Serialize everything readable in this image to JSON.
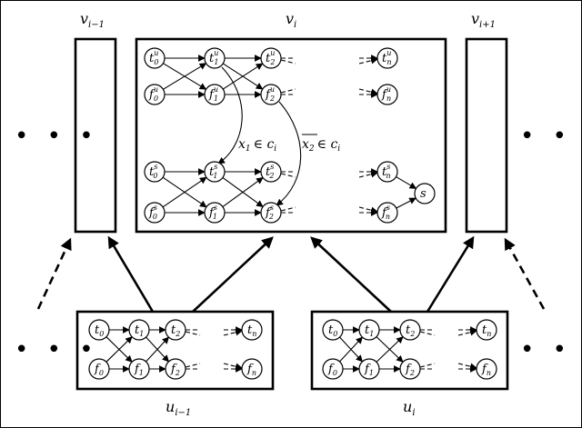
{
  "diagram": {
    "top_labels": [
      {
        "id": "v-prev",
        "base": "v",
        "sub": "i−1"
      },
      {
        "id": "v-cur",
        "base": "v",
        "sub": "i"
      },
      {
        "id": "v-next",
        "base": "v",
        "sub": "i+1"
      }
    ],
    "bottom_labels": [
      {
        "id": "u-prev",
        "base": "u",
        "sub": "i−1"
      },
      {
        "id": "u-cur",
        "base": "u",
        "sub": "i"
      }
    ],
    "ellipsis": "• • •",
    "edge_labels": {
      "left_lit": "x",
      "left_idx": "1",
      "left_rest": "∈ c",
      "left_c_sub": "i",
      "right_lit": "x",
      "right_idx": "2",
      "right_rest": "∈ c",
      "right_c_sub": "i"
    },
    "v_top_nodes": [
      {
        "id": "t0u",
        "base": "t",
        "sub": "0",
        "sup": "u"
      },
      {
        "id": "t1u",
        "base": "t",
        "sub": "1",
        "sup": "u"
      },
      {
        "id": "t2u",
        "base": "t",
        "sub": "2",
        "sup": "u"
      },
      {
        "id": "tnu",
        "base": "t",
        "sub": "n",
        "sup": "u"
      },
      {
        "id": "f0u",
        "base": "f",
        "sub": "0",
        "sup": "u"
      },
      {
        "id": "f1u",
        "base": "f",
        "sub": "1",
        "sup": "u"
      },
      {
        "id": "f2u",
        "base": "f",
        "sub": "2",
        "sup": "u"
      },
      {
        "id": "fnu",
        "base": "f",
        "sub": "n",
        "sup": "u"
      }
    ],
    "v_bottom_nodes": [
      {
        "id": "t0s",
        "base": "t",
        "sub": "0",
        "sup": "s"
      },
      {
        "id": "t1s",
        "base": "t",
        "sub": "1",
        "sup": "s"
      },
      {
        "id": "t2s",
        "base": "t",
        "sub": "2",
        "sup": "s"
      },
      {
        "id": "tns",
        "base": "t",
        "sub": "n",
        "sup": "s"
      },
      {
        "id": "f0s",
        "base": "f",
        "sub": "0",
        "sup": "s"
      },
      {
        "id": "f1s",
        "base": "f",
        "sub": "1",
        "sup": "s"
      },
      {
        "id": "f2s",
        "base": "f",
        "sub": "2",
        "sup": "s"
      },
      {
        "id": "fns",
        "base": "f",
        "sub": "n",
        "sup": "s"
      }
    ],
    "s_node": {
      "id": "s",
      "base": "s"
    },
    "u_nodes": [
      {
        "id": "t0",
        "base": "t",
        "sub": "0"
      },
      {
        "id": "t1",
        "base": "t",
        "sub": "1"
      },
      {
        "id": "t2",
        "base": "t",
        "sub": "2"
      },
      {
        "id": "tn",
        "base": "t",
        "sub": "n"
      },
      {
        "id": "f0",
        "base": "f",
        "sub": "0"
      },
      {
        "id": "f1",
        "base": "f",
        "sub": "1"
      },
      {
        "id": "f2",
        "base": "f",
        "sub": "2"
      },
      {
        "id": "fn",
        "base": "f",
        "sub": "n"
      }
    ]
  }
}
